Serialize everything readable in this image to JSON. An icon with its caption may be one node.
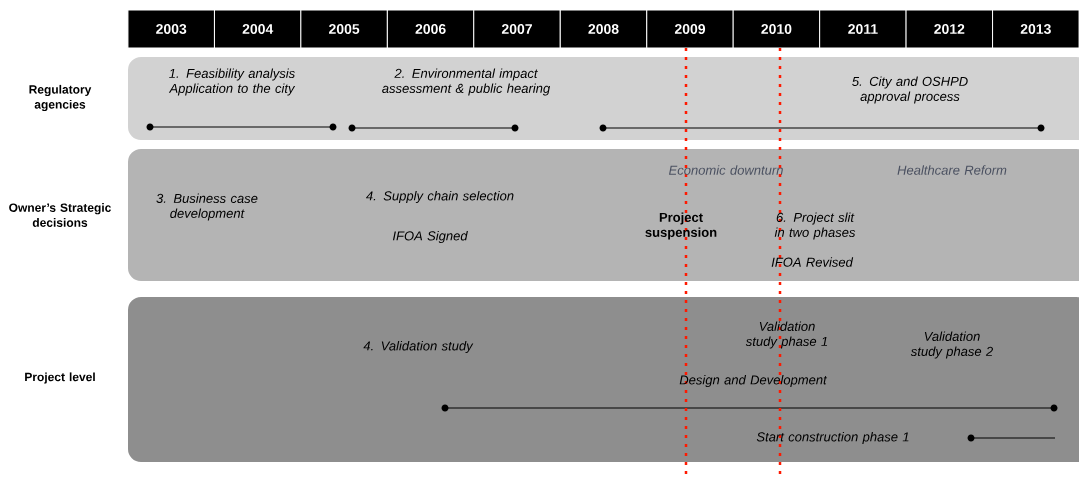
{
  "diagram": {
    "nodes": [
      {
        "text": [
          "2003"
        ]
      },
      {
        "text": [
          "2004"
        ]
      },
      {
        "text": [
          "2005"
        ]
      },
      {
        "text": [
          "2006"
        ]
      },
      {
        "text": [
          "2007"
        ]
      },
      {
        "text": [
          "2008"
        ]
      },
      {
        "text": [
          "2009"
        ]
      },
      {
        "text": [
          "2010"
        ]
      },
      {
        "text": [
          "2011"
        ]
      },
      {
        "text": [
          "2012"
        ]
      },
      {
        "text": [
          "2013"
        ]
      },
      {
        "text": [
          "Regulatory agencies"
        ]
      },
      {
        "text": [
          "Owner’s Strategic decisions"
        ]
      },
      {
        "text": [
          "Project level"
        ]
      }
    ],
    "labels": [
      "1. Feasibility analysis Application to the city",
      "2. Environmental impact assessment & public hearing",
      "5. City and OSHPD approval process",
      "Economic downturn",
      "Healthcare Reform",
      "3. Business case development",
      "4. Supply chain selection",
      "IFOA Signed",
      "Project suspension",
      "6. Project slit in two phases",
      "IFOA Revised",
      "4. Validation study",
      "Validation study phase 1",
      "Validation study phase 2",
      "Design and Development",
      "Start construction phase 1"
    ]
  }
}
